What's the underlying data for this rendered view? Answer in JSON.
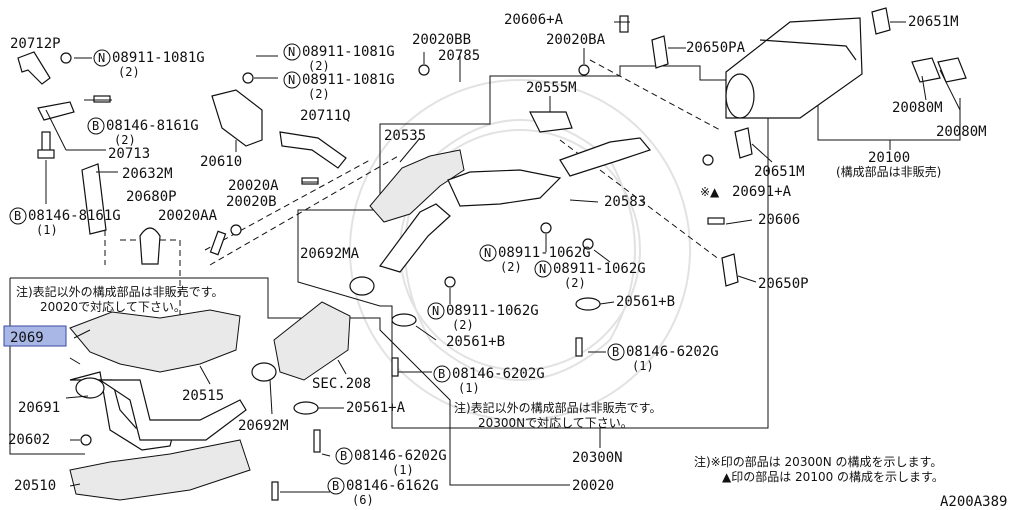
{
  "diagram_id": "A200A389",
  "highlight": {
    "label": "2069",
    "color": "#a9b7e6"
  },
  "parts": {
    "p20712P": "20712P",
    "n08911_1081G_a": "08911-1081G",
    "n08911_1081G_a_qty": "(2)",
    "b08146_8161G_a": "08146-8161G",
    "b08146_8161G_a_qty": "(2)",
    "p20713": "20713",
    "p20632M": "20632M",
    "p20680P": "20680P",
    "b08146_8161G_b": "08146-8161G",
    "b08146_8161G_b_qty": "(1)",
    "p20020AA": "20020AA",
    "n08911_1081G_b": "08911-1081G",
    "n08911_1081G_b_qty": "(2)",
    "n08911_1081G_c": "08911-1081G",
    "n08911_1081G_c_qty": "(2)",
    "p20610": "20610",
    "p20711Q": "20711Q",
    "p20020A": "20020A",
    "p20020B": "20020B",
    "p20020BB": "20020BB",
    "p20785": "20785",
    "p20020BA": "20020BA",
    "p20606A": "20606+A",
    "p20650PA": "20650PA",
    "p20651M_top": "20651M",
    "p20555M": "20555M",
    "p20535": "20535",
    "p20080M_a": "20080M",
    "p20080M_b": "20080M",
    "p20651M_mid": "20651M",
    "p20100": "20100",
    "p20100_note": "(構成部品は非販売)",
    "p20691A": "20691+A",
    "p20691A_mark": "※▲",
    "p20583": "20583",
    "p20606": "20606",
    "p20692MA": "20692MA",
    "n08911_1062G_a": "08911-1062G",
    "n08911_1062G_a_qty": "(2)",
    "n08911_1062G_b": "08911-1062G",
    "n08911_1062G_b_qty": "(2)",
    "p20650P": "20650P",
    "n08911_1062G_c": "08911-1062G",
    "n08911_1062G_c_qty": "(2)",
    "p20561B_a": "20561+B",
    "p20561B_b": "20561+B",
    "b08146_6202G_a": "08146-6202G",
    "b08146_6202G_a_qty": "(1)",
    "b08146_6202G_b": "08146-6202G",
    "b08146_6202G_b_qty": "(1)",
    "p20515": "20515",
    "sec208": "SEC.208",
    "p20691": "20691",
    "p20561A": "20561+A",
    "p20692M": "20692M",
    "p20602": "20602",
    "b08146_6202G_c": "08146-6202G",
    "b08146_6202G_c_qty": "(1)",
    "p20300N": "20300N",
    "p20510": "20510",
    "b08146_6162G": "08146-6162G",
    "b08146_6162G_qty": "(6)",
    "p20020": "20020"
  },
  "symbols": {
    "nut": "N",
    "bolt": "B"
  },
  "notes": {
    "box20020_line1": "注)表記以外の構成部品は非販売です。",
    "box20020_line2": "20020で対応して下さい。",
    "box20300N_line1": "注)表記以外の構成部品は非販売です。",
    "box20300N_line2": "20300Nで対応して下さい。",
    "footer_line1": "注)※印の部品は 20300N の構成を示します。",
    "footer_line2": "▲印の部品は 20100 の構成を示します。"
  }
}
